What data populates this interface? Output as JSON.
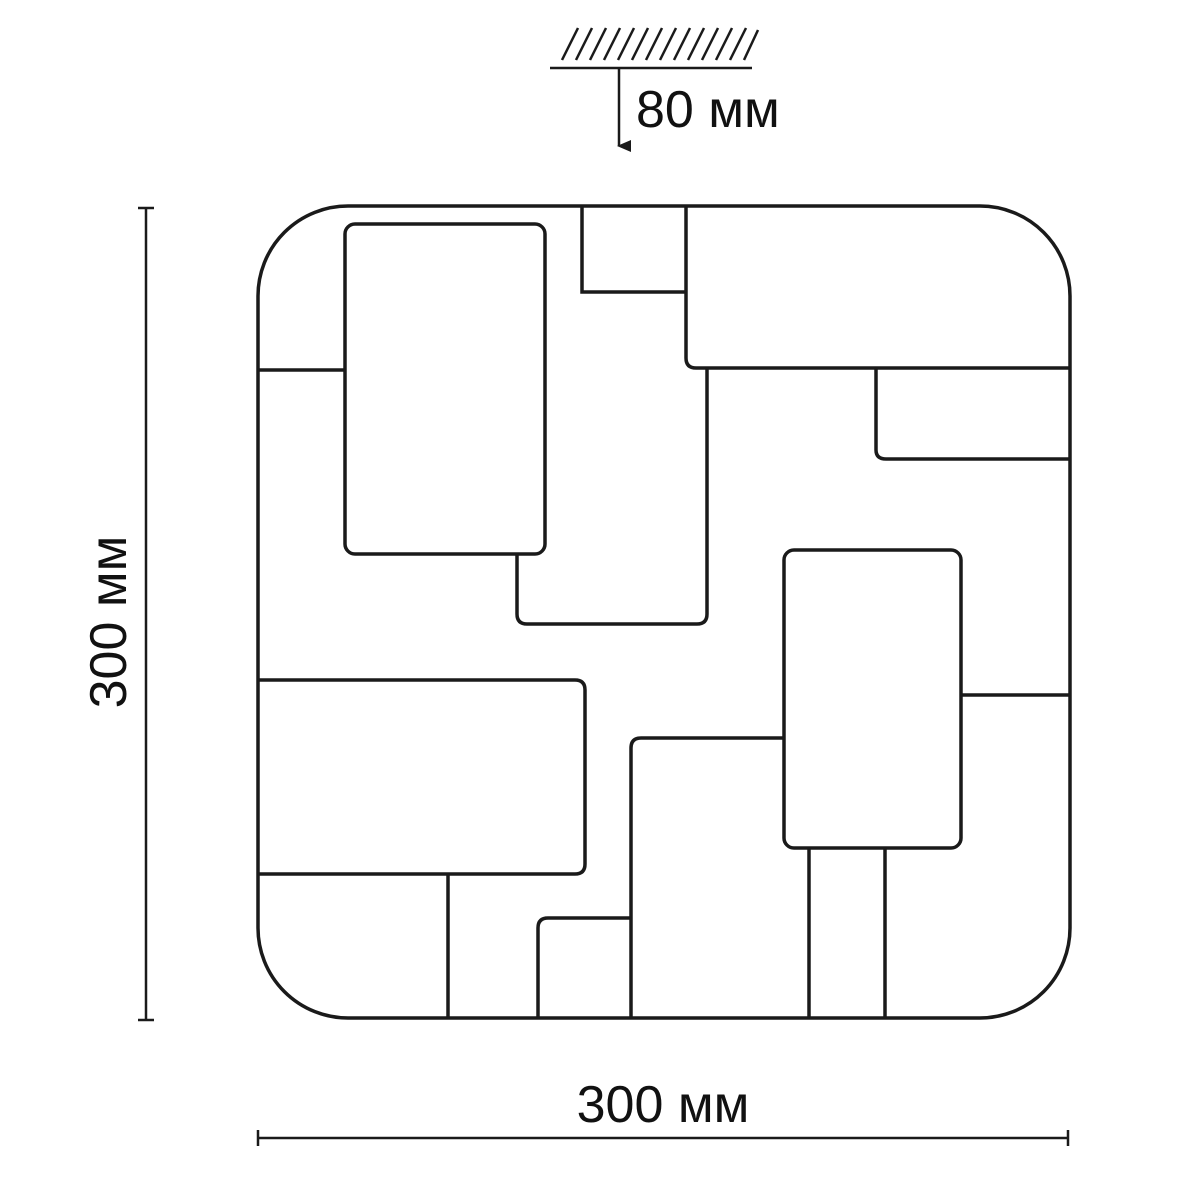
{
  "dimensions": {
    "height": "80 мм",
    "side_height": "300 мм",
    "side_width": "300 мм"
  },
  "colors": {
    "line": "#1a1a1a",
    "background": "#ffffff"
  }
}
